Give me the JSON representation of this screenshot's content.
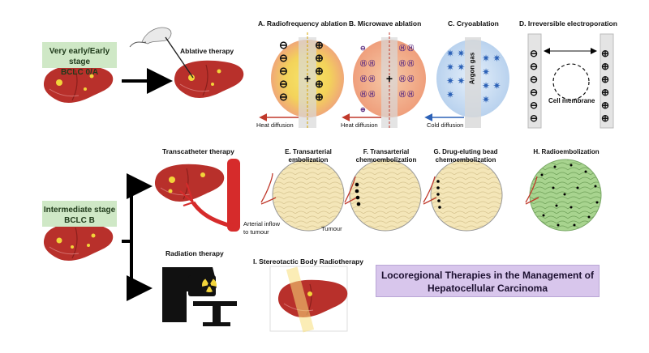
{
  "stages": {
    "early": {
      "line1": "Very early/Early stage",
      "line2": "BCLC 0/A"
    },
    "intermediate": {
      "line1": "Intermediate stage",
      "line2": "BCLC B"
    }
  },
  "therapies": {
    "ablative": "Ablative therapy",
    "transcatheter": "Transcatheter therapy",
    "radiation": "Radiation therapy"
  },
  "ablation_panels": {
    "a": {
      "title": "A. Radiofrequency ablation",
      "caption": "Heat diffusion"
    },
    "b": {
      "title": "B. Microwave ablation",
      "caption": "Heat diffusion"
    },
    "c": {
      "title": "C. Cryoablation",
      "caption": "Cold diffusion",
      "gas": "Argon gas"
    },
    "d": {
      "title": "D. Irreversible electroporation",
      "membrane": "Cell membrane"
    }
  },
  "embolization_panels": {
    "e": {
      "line1": "E. Transarterial",
      "line2": "embolization"
    },
    "f": {
      "line1": "F. Transarterial",
      "line2": "chemoembolization"
    },
    "g": {
      "line1": "G. Drug-eluting bead",
      "line2": "chemoembolization"
    },
    "h": {
      "line1": "H. Radioembolization"
    }
  },
  "labels": {
    "arterial_inflow_1": "Arterial inflow",
    "arterial_inflow_2": "to tumour",
    "tumour": "Tumour",
    "sbrt": "I. Stereotactic Body Radiotherapy"
  },
  "title_box": {
    "line1": "Locoregional Therapies in the Management of",
    "line2": "Hepatocellular Carcinoma"
  },
  "colors": {
    "liver": "#b8302b",
    "liver_dark": "#8a1f1c",
    "spot": "#f2d43a",
    "stage_green": "#cfe8c6",
    "title_purple": "#d8c6ec",
    "tumour": "#f4e6b8",
    "embol_green": "#bfe0a8",
    "radio_green": "#9ccf8a",
    "probe": "#cfcfcf"
  }
}
